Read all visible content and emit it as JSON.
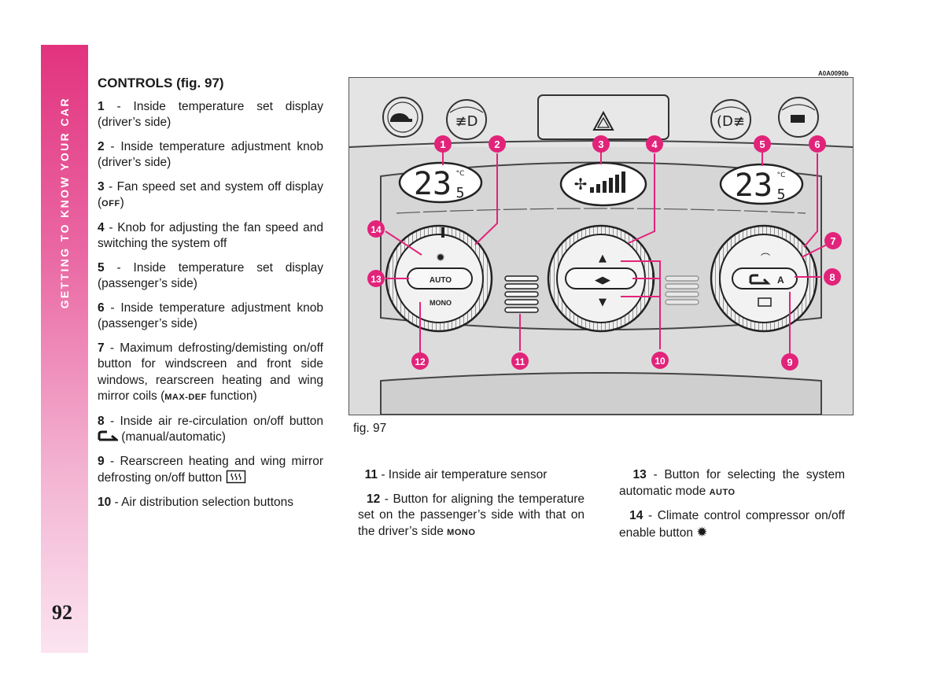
{
  "sidebar": {
    "section_title": "GETTING TO KNOW YOUR CAR",
    "page_number": "92"
  },
  "heading": "CONTROLS (fig. 97)",
  "left_items": [
    {
      "num": "1",
      "text": " - Inside temperature set display (driver’s side)"
    },
    {
      "num": "2",
      "text": " - Inside temperature adjustment knob (driver’s side)"
    },
    {
      "num": "3",
      "text": " - Fan speed set and system off display (",
      "fn": "OFF",
      "after": ")"
    },
    {
      "num": "4",
      "text": " - Knob for adjusting the fan speed and switching the system off"
    },
    {
      "num": "5",
      "text": " - Inside temperature set display (passenger’s side)"
    },
    {
      "num": "6",
      "text": " - Inside temperature adjustment knob (passenger’s side)"
    },
    {
      "num": "7",
      "text": " - Maximum defrosting/demisting on/off button for windscreen and front side windows, rearscreen heating and wing mirror coils (",
      "fn": "MAX-DEF",
      "after": " function)"
    },
    {
      "num": "8",
      "text": " - Inside air re-circulation on/off button ",
      "after": " (manual/automatic)"
    },
    {
      "num": "9",
      "text": " - Rearscreen heating and wing mirror defrosting on/off button "
    },
    {
      "num": "10",
      "text": " - Air distribution selection buttons"
    }
  ],
  "mid_items": [
    {
      "num": "11",
      "text": " - Inside air temperature sensor"
    },
    {
      "num": "12",
      "text": " - Button for aligning the temperature set on the passenger’s side with that on the driver’s side ",
      "fn": "MONO"
    }
  ],
  "right_items": [
    {
      "num": "13",
      "text": " - Button for selecting the system automatic mode ",
      "fn": "AUTO"
    },
    {
      "num": "14",
      "text": " - Climate control compressor on/off enable button "
    }
  ],
  "figure": {
    "code": "A0A0090b",
    "caption": "fig. 97",
    "display_left": {
      "main": "23",
      "sub": "5",
      "unit": "°C"
    },
    "display_right": {
      "main": "23",
      "sub": "5",
      "unit": "°C"
    },
    "button_labels": {
      "auto": "AUTO",
      "mono": "MONO",
      "recirc": "A"
    },
    "callouts": [
      "1",
      "2",
      "3",
      "4",
      "5",
      "6",
      "7",
      "8",
      "9",
      "10",
      "11",
      "12",
      "13",
      "14"
    ],
    "callout_color": "#e2237a"
  }
}
